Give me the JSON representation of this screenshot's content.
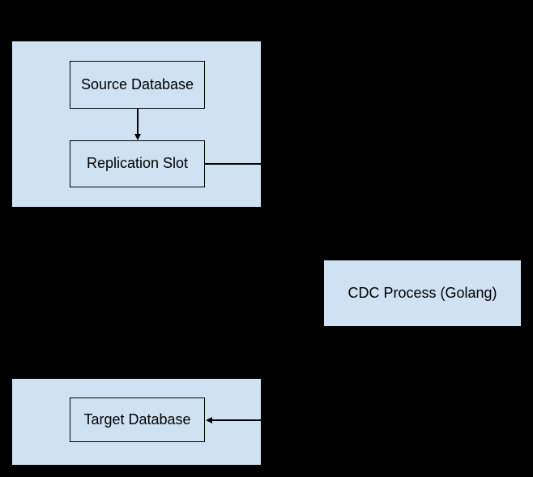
{
  "diagram": {
    "colors": {
      "background": "#000000",
      "shape_fill": "#cfe2f3",
      "shape_border": "#000000",
      "connector": "#000000",
      "text": "#000000"
    },
    "nodes": {
      "source_database": {
        "label": "Source Database"
      },
      "replication_slot": {
        "label": "Replication Slot"
      },
      "cdc_process": {
        "label": "CDC Process (Golang)"
      },
      "target_database": {
        "label": "Target Database"
      }
    },
    "connectors": [
      {
        "from": "source_database",
        "to": "replication_slot",
        "direction": "down",
        "arrowhead": true
      },
      {
        "from": "replication_slot",
        "to": "cdc_process",
        "direction": "right",
        "arrowhead": false
      },
      {
        "from": "cdc_process",
        "to": "target_database",
        "direction": "left",
        "arrowhead": true
      }
    ]
  }
}
